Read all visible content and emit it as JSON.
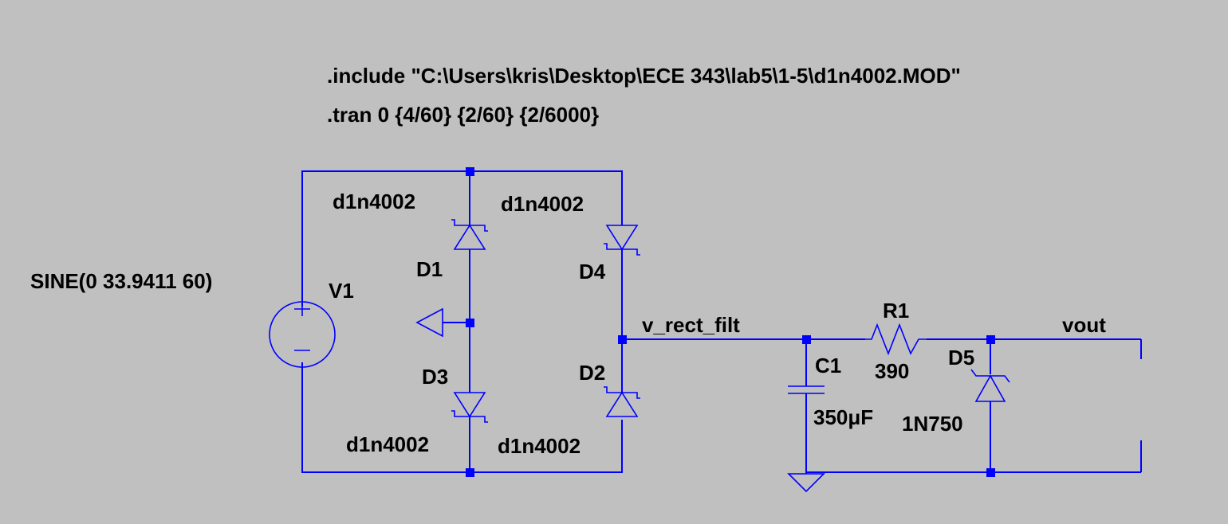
{
  "directives": {
    "include": ".include \"C:\\Users\\kris\\Desktop\\ECE 343\\lab5\\1-5\\d1n4002.MOD\"",
    "tran": ".tran 0 {4/60} {2/60} {2/6000}"
  },
  "source": {
    "name": "V1",
    "value": "SINE(0 33.9411 60)"
  },
  "diodes": {
    "d1": {
      "name": "D1",
      "model": "d1n4002"
    },
    "d2": {
      "name": "D2",
      "model": "d1n4002"
    },
    "d3": {
      "name": "D3",
      "model": "d1n4002"
    },
    "d4": {
      "name": "D4",
      "model": "d1n4002"
    },
    "d5": {
      "name": "D5",
      "model": "1N750"
    }
  },
  "capacitor": {
    "name": "C1",
    "value": "350μF"
  },
  "resistor": {
    "name": "R1",
    "value": "390"
  },
  "nets": {
    "rect": "v_rect_filt",
    "out": "vout"
  },
  "colors": {
    "background": "#c0c0c0",
    "wire": "#0000ff",
    "text": "#000000"
  }
}
